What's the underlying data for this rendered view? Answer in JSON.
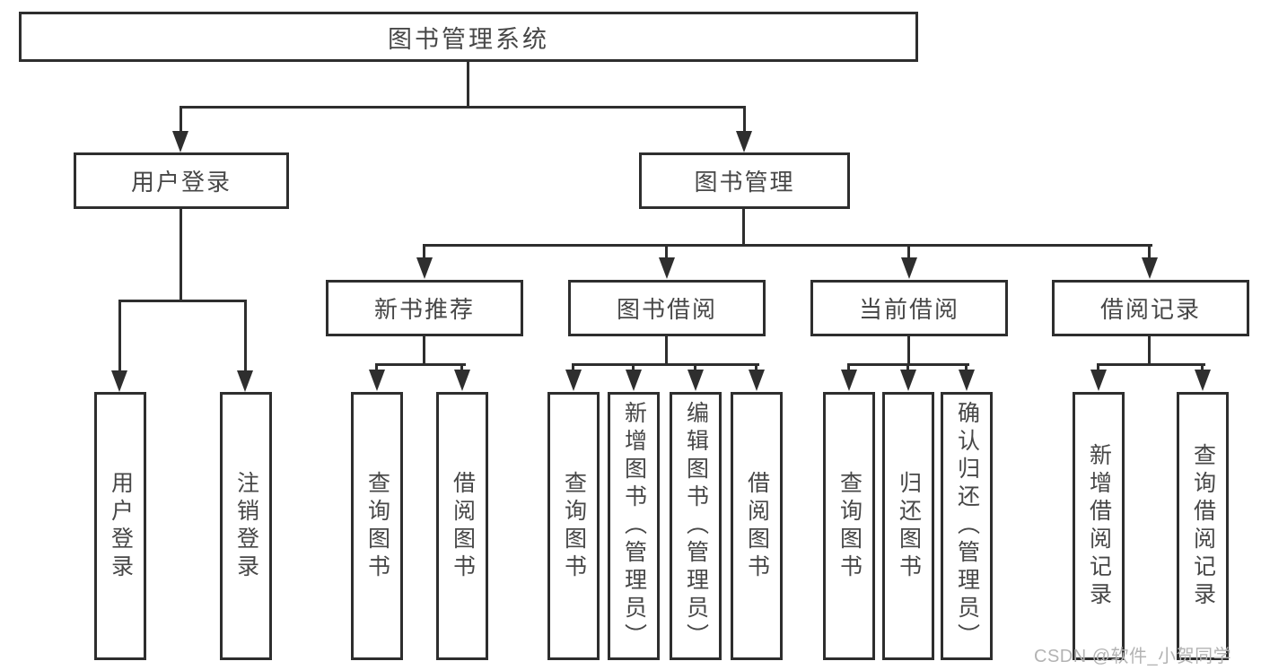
{
  "nodes": {
    "root": "图书管理系统",
    "level2": [
      "用户登录",
      "图书管理"
    ],
    "level3": [
      "新书推荐",
      "图书借阅",
      "当前借阅",
      "借阅记录"
    ],
    "leaves_user": [
      "用户登录",
      "注销登录"
    ],
    "leaves_newbook": [
      "查询图书",
      "借阅图书"
    ],
    "leaves_borrow": [
      "查询图书",
      "新增图书（管理员）",
      "编辑图书（管理员）",
      "借阅图书"
    ],
    "leaves_current": [
      "查询图书",
      "归还图书",
      "确认归还（管理员）"
    ],
    "leaves_record": [
      "新增借阅记录",
      "查询借阅记录"
    ]
  },
  "colors": {
    "line": "#2e2e2e",
    "text": "#474747",
    "watermark": "#b3b3b3",
    "background": "#ffffff"
  },
  "watermark": "CSDN @软件_小贺同学"
}
